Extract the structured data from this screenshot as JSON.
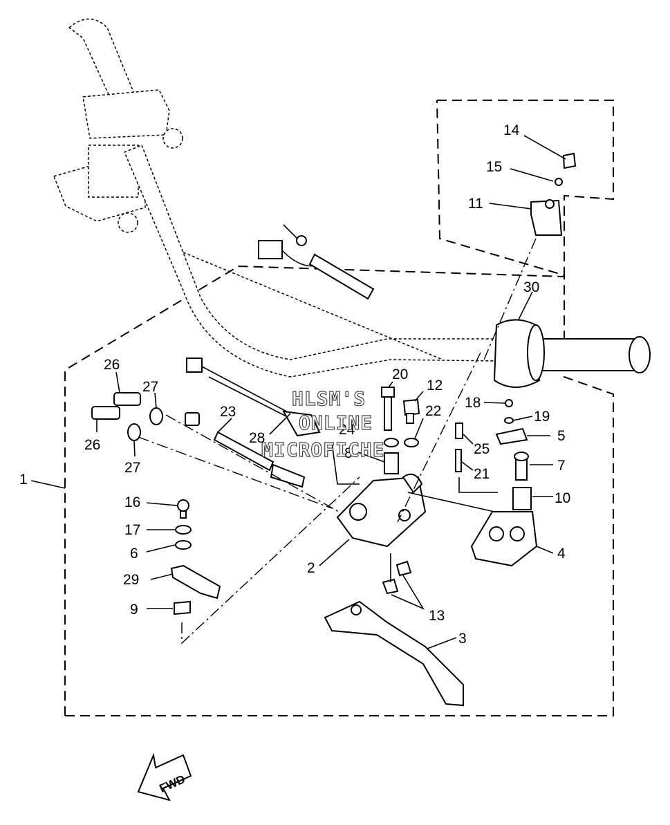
{
  "callouts": [
    {
      "num": "1"
    },
    {
      "num": "2"
    },
    {
      "num": "3"
    },
    {
      "num": "4"
    },
    {
      "num": "5"
    },
    {
      "num": "6"
    },
    {
      "num": "7"
    },
    {
      "num": "8"
    },
    {
      "num": "9"
    },
    {
      "num": "10"
    },
    {
      "num": "11"
    },
    {
      "num": "12"
    },
    {
      "num": "13"
    },
    {
      "num": "14"
    },
    {
      "num": "15"
    },
    {
      "num": "16"
    },
    {
      "num": "17"
    },
    {
      "num": "18"
    },
    {
      "num": "19"
    },
    {
      "num": "20"
    },
    {
      "num": "21"
    },
    {
      "num": "22"
    },
    {
      "num": "23"
    },
    {
      "num": "24"
    },
    {
      "num": "25"
    },
    {
      "num": "26"
    },
    {
      "num": "26"
    },
    {
      "num": "27"
    },
    {
      "num": "27"
    },
    {
      "num": "28"
    },
    {
      "num": "29"
    },
    {
      "num": "30"
    }
  ],
  "watermark": {
    "line1": "HLSM'S",
    "line2": "ONLINE",
    "line3": "MICROFICHE"
  },
  "direction_arrow": {
    "text": "FWD"
  }
}
